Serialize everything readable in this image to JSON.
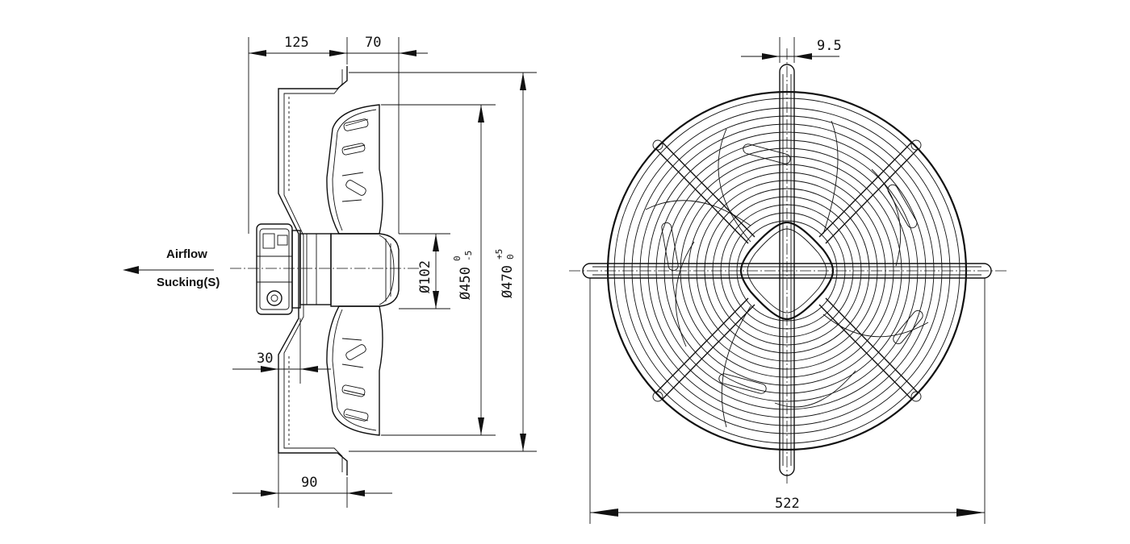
{
  "labels": {
    "airflow": "Airflow",
    "sucking": "Sucking(S)"
  },
  "dimensions": {
    "d125": "125",
    "d70": "70",
    "d30": "30",
    "d90": "90",
    "d9_5": "9.5",
    "d522": "522",
    "hub_dia": "Ø102",
    "blade_dia": "Ø450",
    "blade_tol_upper": "0",
    "blade_tol_lower": "-5",
    "guard_dia": "Ø470",
    "guard_tol_upper": "+5",
    "guard_tol_lower": "0"
  }
}
